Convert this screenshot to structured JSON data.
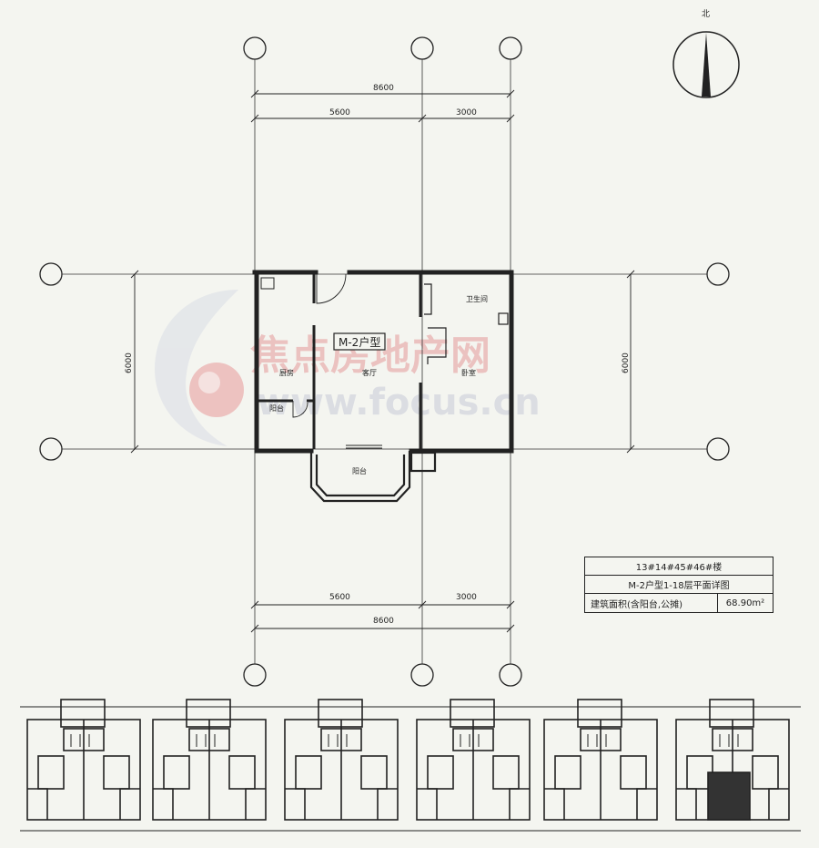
{
  "north_label": "北",
  "dimensions": {
    "top_total": "8600",
    "top_left": "5600",
    "top_right": "3000",
    "bottom_left": "5600",
    "bottom_right": "3000",
    "bottom_total": "8600",
    "left_vertical": "6000",
    "right_vertical": "6000"
  },
  "unit_label": "M-2户型",
  "rooms": {
    "bathroom": "卫生间",
    "kitchen": "厨房",
    "living_room": "客厅",
    "bedroom": "卧室",
    "balcony_small": "阳台",
    "balcony_main": "阳台"
  },
  "watermark": {
    "cn": "焦点房地产网",
    "url": "www.focus.cn"
  },
  "info_table": {
    "buildings": "13#14#45#46#楼",
    "floors": "M-2户型1-18层平面详图",
    "area_label": "建筑面积(含阳台,公摊)",
    "area_value": "68.90m²"
  },
  "colors": {
    "line": "#222222",
    "background": "#f4f5f0",
    "watermark": "#e88a8a"
  }
}
